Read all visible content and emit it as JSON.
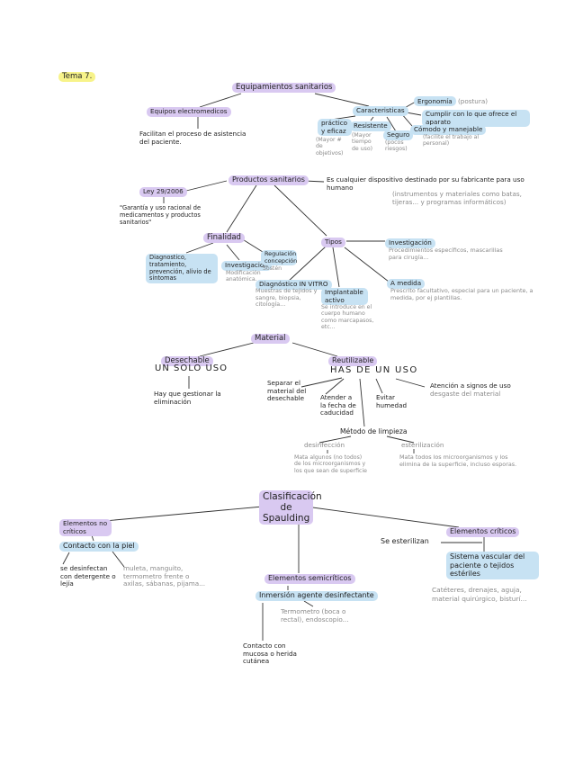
{
  "tema": "Tema 7.",
  "s1": {
    "root": "Equipamientos sanitarios",
    "equipos": "Equipos electromedicos",
    "equipos_desc": "Facilitan el proceso de asistencia del paciente.",
    "caracteristicas": "Caracteristicas",
    "practico": "práctico y eficaz",
    "practico_note": "(Mayor # de objetivos)",
    "resistente": "Resistente",
    "resistente_note": "(Mayor tiempo de uso)",
    "seguro": "Seguro",
    "seguro_note": "(pocos riesgos)",
    "ergonomia": "Ergonomía",
    "ergonomia_note": "(postura)",
    "cumplir": "Cumplir con lo que ofrece el aparato",
    "comodo": "Cómodo y manejable",
    "comodo_note": "(facilite el trabajo al personal)"
  },
  "s2": {
    "root": "Productos sanitarios",
    "def": "Es cualquier dispositivo destinado por su fabricante para uso humano",
    "def_note": "(instrumentos y materiales como batas, tijeras... y programas informáticos)",
    "ley": "Ley 29/2006",
    "ley_desc": "\"Garantía y uso racional de medicamentos y productos sanitarios\"",
    "finalidad": "Finalidad",
    "diagnostico": "Diagnostico, tratamiento, prevención, alivio de síntomas",
    "investigacion_f": "Investigación",
    "investigacion_f_note": "Modificación anatómica.",
    "regulacion": "Regulación concepción",
    "regulacion_note": "Sostén",
    "tipos": "Tipos",
    "invitro": "Diagnóstico IN VITRO",
    "invitro_note": "Muestras de tejidos y sangre, biopsia, citología...",
    "implantable": "Implantable activo",
    "implantable_note": "Se introduce en el cuerpo humano como marcapasos, etc...",
    "investigacion_t": "Investigación",
    "investigacion_t_note": "Procedimientos específicos, mascarillas para cirugía...",
    "medida": "A medida",
    "medida_note": "Prescrito facultativo, especial para un paciente, a medida, por ej plantillas."
  },
  "s3": {
    "root": "Material",
    "desechable": "Desechable",
    "unsolo": "UN SOLO USO",
    "gestionar": "Hay que gestionar la eliminación",
    "reutilizable": "Reutilizable",
    "hasdeuso": "HAS DE UN USO",
    "separar": "Separar el material del desechable",
    "atender": "Atender a la fecha de caducidad",
    "evitar": "Evitar humedad",
    "atencion": "Atención a signos de uso",
    "atencion_note": "desgaste del material",
    "metodo": "Método de limpieza",
    "desinfeccion": "desinfección",
    "desinfeccion_note": "Mata algunos (no todos) de los microorganismos y los que sean de superficie",
    "esterilizacion": "esterilización",
    "esterilizacion_note": "Mata todos los microorganismos y los elimina de la superficie, incluso esporas."
  },
  "s4": {
    "root": "Clasificación de Spaulding",
    "nocriticos": "Elementos no críticos",
    "contacto_piel": "Contacto con la piel",
    "se_desinfectan": "se desinfectan con detergente o lejía",
    "nocriticos_ej": "muleta, manguito, termometro frente o axilas, sábanas, pijama...",
    "semicriticos": "Elementos semicríticos",
    "inmersion": "Inmersión agente desinfectante",
    "semicriticos_ej": "Termometro (boca o rectal), endoscopio...",
    "contacto_mucosa": "Contacto con mucosa o herida cutánea",
    "criticos": "Elementos críticos",
    "esterilizan": "Se esterilizan",
    "sistema": "Sistema vascular del paciente o tejidos estériles",
    "criticos_ej": "Catéteres, drenajes, aguja, material quirúrgico, bisturí..."
  }
}
